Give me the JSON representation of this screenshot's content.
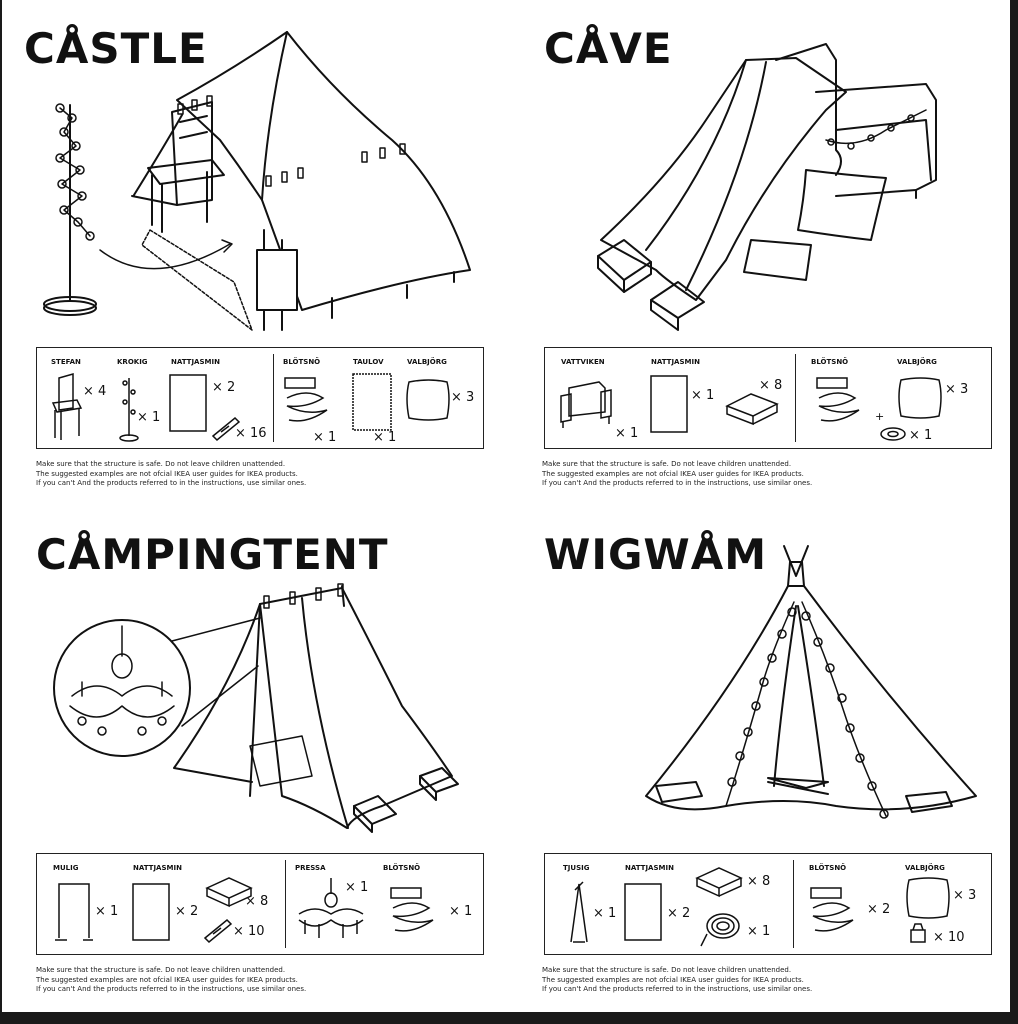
{
  "castle": {
    "title": "CÅSTLE",
    "parts": [
      {
        "label": "STEFAN",
        "qty": "× 4"
      },
      {
        "label": "KROKIG",
        "qty": "× 1"
      },
      {
        "label": "NATTJASMIN",
        "qty": "× 2",
        "qty2": "× 16"
      },
      {
        "label": "BLÖTSNÖ",
        "qty": "× 1"
      },
      {
        "label": "TAULOV",
        "qty": "× 1"
      },
      {
        "label": "VALBJÖRG",
        "qty": "× 3"
      }
    ]
  },
  "cave": {
    "title": "CÅVE",
    "parts": [
      {
        "label": "VATTVIKEN",
        "qty": "× 1"
      },
      {
        "label": "NATTJASMIN",
        "qty": "× 1",
        "qty2": "× 8"
      },
      {
        "label": "BLÖTSNÖ",
        "qty": "× 1"
      },
      {
        "label": "VALBJÖRG",
        "qty": "× 3"
      }
    ]
  },
  "campingtent": {
    "title": "CÅMPINGTENT",
    "parts": [
      {
        "label": "MULIG",
        "qty": "× 1"
      },
      {
        "label": "NATTJASMIN",
        "qty": "× 2",
        "qty2": "× 8",
        "qty3": "× 10"
      },
      {
        "label": "PRESSA",
        "qty": "× 1"
      },
      {
        "label": "BLÖTSNÖ",
        "qty": "× 1"
      }
    ]
  },
  "wigwam": {
    "title": "WIGWÅM",
    "parts": [
      {
        "label": "TJUSIG",
        "qty": "× 1"
      },
      {
        "label": "NATTJASMIN",
        "qty": "× 2",
        "qty2": "× 8",
        "qty3": "× 1"
      },
      {
        "label": "BLÖTSNÖ",
        "qty": "× 2"
      },
      {
        "label": "VALBJÖRG",
        "qty": "× 3",
        "qty2": "× 10"
      }
    ]
  },
  "disclaimer": {
    "line1": "Make sure that the structure is safe.  Do not leave children unattended.",
    "line2": "The suggested examples are not ofcial IKEA user guides for IKEA products.",
    "line3": "If you can't And the products referred to in the instructions, use similar ones."
  }
}
